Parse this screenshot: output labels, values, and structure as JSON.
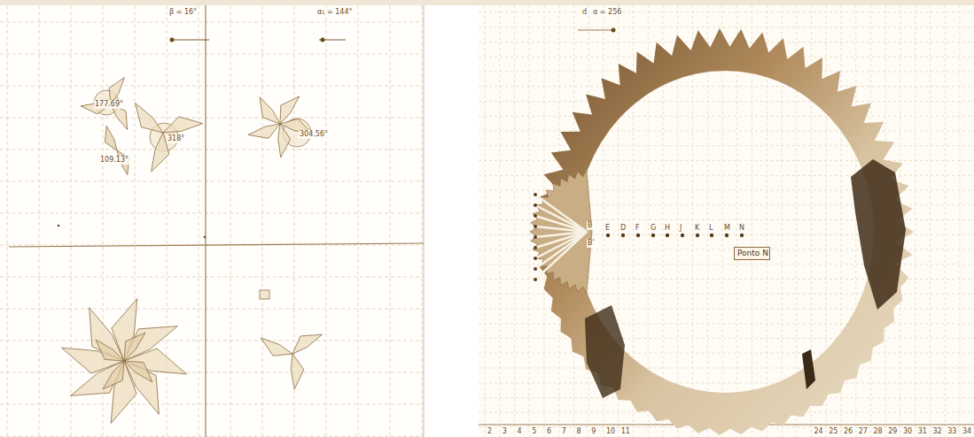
{
  "diagram": {
    "nodes": [
      {
        "text": [
          "Ponto N"
        ]
      }
    ],
    "labels": [
      "β = 16°",
      "α₁ = 144°",
      "177.69°",
      "318°",
      "109.13°",
      "304.56°",
      "d",
      "α = 256",
      "B",
      "B'",
      "E",
      "D",
      "F",
      "G",
      "H",
      "J",
      "K",
      "L",
      "M",
      "N",
      "2",
      "3",
      "4",
      "5",
      "6",
      "7",
      "8",
      "9",
      "10",
      "11",
      "24",
      "25",
      "26",
      "27",
      "28",
      "29",
      "30",
      "31",
      "32",
      "33",
      "34"
    ]
  }
}
